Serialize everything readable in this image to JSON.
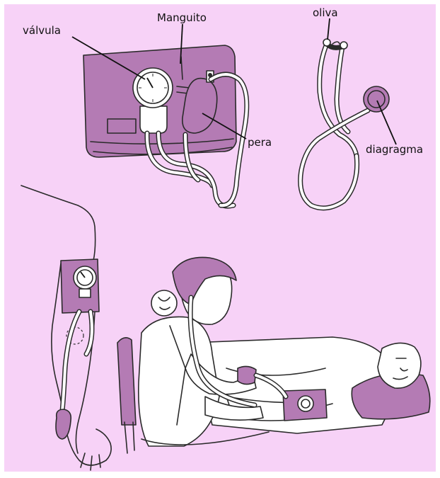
{
  "labels": {
    "valvula": "válvula",
    "manguito": "Manguito",
    "oliva": "oliva",
    "pera": "pera",
    "diagragma": "diagragma"
  },
  "colors": {
    "background": "#f7d2f7",
    "frame": "#ffffff",
    "accent_purple": "#b47bb4",
    "outline": "#2a2a2a"
  }
}
